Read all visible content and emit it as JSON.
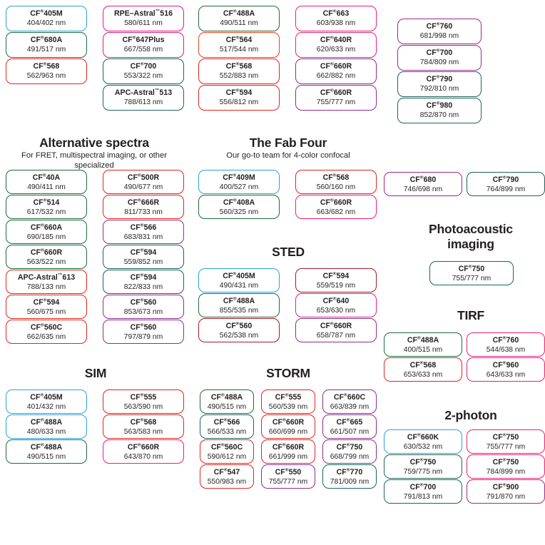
{
  "sections": [
    {
      "id": "top-left",
      "title": "",
      "subtitle": "",
      "columns": 2,
      "chips": [
        {
          "name": "CF",
          "sup": "®",
          "suffix": "405M",
          "spectra": "404/402 nm",
          "color": "#29a3dc"
        },
        {
          "name": "RPE–Astral",
          "sup": "™",
          "suffix": "516",
          "spectra": "580/611 nm",
          "color": "#e6187c"
        },
        {
          "name": "CF",
          "sup": "®",
          "suffix": "680A",
          "spectra": "491/517 nm",
          "color": "#176b4e"
        },
        {
          "name": "CF",
          "sup": "®",
          "suffix": "647Plus",
          "spectra": "667/558 nm",
          "color": "#e6187c"
        },
        {
          "name": "CF",
          "sup": "®",
          "suffix": "568",
          "spectra": "562/963 nm",
          "color": "#e2241b"
        },
        {
          "name": "CF",
          "sup": "®",
          "suffix": "700",
          "spectra": "553/322 nm",
          "color": "#1c6360"
        },
        {
          "name": "",
          "sup": "",
          "suffix": "",
          "spectra": "",
          "color": "",
          "blank": true
        },
        {
          "name": "APC-Astral",
          "sup": "™",
          "suffix": "513",
          "spectra": "788/613 nm",
          "color": "#1c6360"
        }
      ]
    },
    {
      "id": "top-mid",
      "title": "",
      "subtitle": "",
      "columns": 2,
      "chips": [
        {
          "name": "CF",
          "sup": "®",
          "suffix": "488A",
          "spectra": "490/511 nm",
          "color": "#1d6b3c"
        },
        {
          "name": "CF",
          "sup": "®",
          "suffix": "663",
          "spectra": "603/938 nm",
          "color": "#ec1e79"
        },
        {
          "name": "CF",
          "sup": "®",
          "suffix": "564",
          "spectra": "517/544 nm",
          "color": "#e2451b"
        },
        {
          "name": "CF",
          "sup": "®",
          "suffix": "640R",
          "spectra": "620/633 nm",
          "color": "#ec1e79"
        },
        {
          "name": "CF",
          "sup": "®",
          "suffix": "568",
          "spectra": "552/883 nm",
          "color": "#e2241b"
        },
        {
          "name": "CF",
          "sup": "®",
          "suffix": "660R",
          "spectra": "662/882 nm",
          "color": "#8e2d8e"
        },
        {
          "name": "CF",
          "sup": "®",
          "suffix": "594",
          "spectra": "556/812 nm",
          "color": "#e2241b"
        },
        {
          "name": "CF",
          "sup": "®",
          "suffix": "660R",
          "spectra": "755/777 nm",
          "color": "#8e2d8e"
        }
      ]
    },
    {
      "id": "top-right",
      "title": "",
      "subtitle": "",
      "columns": 1,
      "chips": [
        {
          "name": "CF",
          "sup": "®",
          "suffix": "760",
          "spectra": "681/998 nm",
          "color": "#a0288c"
        },
        {
          "name": "CF",
          "sup": "®",
          "suffix": "700",
          "spectra": "784/809 nm",
          "color": "#a0288c"
        },
        {
          "name": "CF",
          "sup": "®",
          "suffix": "790",
          "spectra": "792/810 nm",
          "color": "#1c6360"
        },
        {
          "name": "CF",
          "sup": "®",
          "suffix": "980",
          "spectra": "852/870 nm",
          "color": "#1c6360"
        }
      ]
    },
    {
      "id": "alternative-spectra",
      "title": "Alternative spectra",
      "subtitle": "For FRET, multispectral imaging, or other specialized",
      "columns": 2,
      "chips": [
        {
          "name": "CF",
          "sup": "®",
          "suffix": "40A",
          "spectra": "490/411 nm",
          "color": "#1d6b3c"
        },
        {
          "name": "CF",
          "sup": "®",
          "suffix": "500R",
          "spectra": "490/677 nm",
          "color": "#e2241b"
        },
        {
          "name": "CF",
          "sup": "®",
          "suffix": "514",
          "spectra": "617/532 nm",
          "color": "#1d6b3c"
        },
        {
          "name": "CF",
          "sup": "®",
          "suffix": "666R",
          "spectra": "811/733 nm",
          "color": "#e2241b"
        },
        {
          "name": "CF",
          "sup": "®",
          "suffix": "660A",
          "spectra": "690/185 nm",
          "color": "#1d6b3c"
        },
        {
          "name": "CF",
          "sup": "®",
          "suffix": "566",
          "spectra": "683/831 nm",
          "color": "#8e2d8e"
        },
        {
          "name": "CF",
          "sup": "®",
          "suffix": "660R",
          "spectra": "563/522 nm",
          "color": "#1d6b3c"
        },
        {
          "name": "CF",
          "sup": "®",
          "suffix": "594",
          "spectra": "559/852 nm",
          "color": "#1c6360"
        },
        {
          "name": "APC-Astral",
          "sup": "™",
          "suffix": "613",
          "spectra": "788/133 nm",
          "color": "#e2241b"
        },
        {
          "name": "CF",
          "sup": "®",
          "suffix": "594",
          "spectra": "822/833 nm",
          "color": "#1c6360"
        },
        {
          "name": "CF",
          "sup": "®",
          "suffix": "594",
          "spectra": "560/675 nm",
          "color": "#e2241b"
        },
        {
          "name": "CF",
          "sup": "®",
          "suffix": "560",
          "spectra": "853/673 nm",
          "color": "#8e2d8e"
        },
        {
          "name": "CF",
          "sup": "®",
          "suffix": "560C",
          "spectra": "662/635 nm",
          "color": "#e2241b"
        },
        {
          "name": "CF",
          "sup": "®",
          "suffix": "560",
          "spectra": "797/879 nm",
          "color": "#8e2d8e"
        }
      ]
    },
    {
      "id": "fab-four",
      "title": "The Fab Four",
      "subtitle": "Our go-to team for 4-color confocal",
      "columns": 2,
      "chips": [
        {
          "name": "CF",
          "sup": "®",
          "suffix": "409M",
          "spectra": "400/527 nm",
          "color": "#29a3dc"
        },
        {
          "name": "CF",
          "sup": "®",
          "suffix": "568",
          "spectra": "560/160 nm",
          "color": "#e2241b"
        },
        {
          "name": "CF",
          "sup": "®",
          "suffix": "408A",
          "spectra": "560/325 nm",
          "color": "#1d6b3c"
        },
        {
          "name": "CF",
          "sup": "®",
          "suffix": "660R",
          "spectra": "663/682 nm",
          "color": "#ec1e79"
        }
      ]
    },
    {
      "id": "sted",
      "title": "STED",
      "subtitle": "",
      "columns": 2,
      "chips": [
        {
          "name": "CF",
          "sup": "®",
          "suffix": "405M",
          "spectra": "490/431 nm",
          "color": "#29a3dc"
        },
        {
          "name": "CF",
          "sup": "®",
          "suffix": "594",
          "spectra": "559/519 nm",
          "color": "#a01b28"
        },
        {
          "name": "CF",
          "sup": "®",
          "suffix": "488A",
          "spectra": "855/535 nm",
          "color": "#1d6b3c"
        },
        {
          "name": "CF",
          "sup": "®",
          "suffix": "640",
          "spectra": "653/630 nm",
          "color": "#ec1e79"
        },
        {
          "name": "CF",
          "sup": "®",
          "suffix": "560",
          "spectra": "562/538 nm",
          "color": "#a01b28"
        },
        {
          "name": "CF",
          "sup": "®",
          "suffix": "660R",
          "spectra": "658/787 nm",
          "color": "#8e2d8e"
        }
      ]
    },
    {
      "id": "sim",
      "title": "SIM",
      "subtitle": "",
      "columns": 2,
      "chips": [
        {
          "name": "CF",
          "sup": "®",
          "suffix": "405M",
          "spectra": "401/432 nm",
          "color": "#29a3dc"
        },
        {
          "name": "CF",
          "sup": "®",
          "suffix": "555",
          "spectra": "563/590 nm",
          "color": "#e2241b"
        },
        {
          "name": "CF",
          "sup": "®",
          "suffix": "488A",
          "spectra": "480/633 nm",
          "color": "#29a3dc"
        },
        {
          "name": "CF",
          "sup": "®",
          "suffix": "568",
          "spectra": "563/583 nm",
          "color": "#e2241b"
        },
        {
          "name": "CF",
          "sup": "®",
          "suffix": "488A",
          "spectra": "490/515 nm",
          "color": "#1d6b3c"
        },
        {
          "name": "CF",
          "sup": "®",
          "suffix": "660R",
          "spectra": "643/870 nm",
          "color": "#ec1e79"
        }
      ]
    },
    {
      "id": "storm",
      "title": "STORM",
      "subtitle": "",
      "columns": 3,
      "chips": [
        {
          "name": "CF",
          "sup": "®",
          "suffix": "488A",
          "spectra": "490/515 nm",
          "color": "#1d6b3c"
        },
        {
          "name": "CF",
          "sup": "®",
          "suffix": "555",
          "spectra": "560/539 nm",
          "color": "#e2241b"
        },
        {
          "name": "CF",
          "sup": "®",
          "suffix": "660C",
          "spectra": "663/839 nm",
          "color": "#8e2d8e"
        },
        {
          "name": "CF",
          "sup": "®",
          "suffix": "566",
          "spectra": "566/533 nm",
          "color": "#1c6360"
        },
        {
          "name": "CF",
          "sup": "®",
          "suffix": "660R",
          "spectra": "660/699 nm",
          "color": "#e2241b"
        },
        {
          "name": "CF",
          "sup": "®",
          "suffix": "665",
          "spectra": "661/507 nm",
          "color": "#8e2d8e"
        },
        {
          "name": "CF",
          "sup": "®",
          "suffix": "560C",
          "spectra": "590/612 nm",
          "color": "#e2241b"
        },
        {
          "name": "CF",
          "sup": "®",
          "suffix": "660R",
          "spectra": "661/999 nm",
          "color": "#e2241b"
        },
        {
          "name": "CF",
          "sup": "®",
          "suffix": "750",
          "spectra": "668/799 nm",
          "color": "#8e2d8e"
        },
        {
          "name": "CF",
          "sup": "®",
          "suffix": "547",
          "spectra": "550/983 nm",
          "color": "#e2241b"
        },
        {
          "name": "CF",
          "sup": "®",
          "suffix": "550",
          "spectra": "755/777 nm",
          "color": "#8e2d8e"
        },
        {
          "name": "CF",
          "sup": "®",
          "suffix": "770",
          "spectra": "781/009 nm",
          "color": "#1c6360"
        }
      ]
    },
    {
      "id": "right-pair",
      "title": "",
      "subtitle": "",
      "columns": 2,
      "chips": [
        {
          "name": "CF",
          "sup": "®",
          "suffix": "680",
          "spectra": "746/698 nm",
          "color": "#a0288c"
        },
        {
          "name": "CF",
          "sup": "®",
          "suffix": "790",
          "spectra": "764/899 nm",
          "color": "#1c6360"
        }
      ]
    },
    {
      "id": "photoacoustic",
      "title": "Photoacoustic imaging",
      "subtitle": "",
      "columns": 1,
      "chips": [
        {
          "name": "CF",
          "sup": "®",
          "suffix": "750",
          "spectra": "755/777 nm",
          "color": "#1c6360"
        }
      ]
    },
    {
      "id": "tirf",
      "title": "TIRF",
      "subtitle": "",
      "columns": 2,
      "chips": [
        {
          "name": "CF",
          "sup": "®",
          "suffix": "488A",
          "spectra": "400/515 nm",
          "color": "#1d6b3c"
        },
        {
          "name": "CF",
          "sup": "®",
          "suffix": "760",
          "spectra": "544/638 nm",
          "color": "#ec1e79"
        },
        {
          "name": "CF",
          "sup": "®",
          "suffix": "568",
          "spectra": "653/633 nm",
          "color": "#e2241b"
        },
        {
          "name": "CF",
          "sup": "®",
          "suffix": "960",
          "spectra": "643/633 nm",
          "color": "#ec1e79"
        }
      ]
    },
    {
      "id": "two-photon",
      "title": "2-photon",
      "subtitle": "",
      "columns": 2,
      "chips": [
        {
          "name": "CF",
          "sup": "®",
          "suffix": "660K",
          "spectra": "630/532 nm",
          "color": "#29a3dc"
        },
        {
          "name": "CF",
          "sup": "®",
          "suffix": "750",
          "spectra": "755/777 nm",
          "color": "#ec1e79"
        },
        {
          "name": "CF",
          "sup": "®",
          "suffix": "750",
          "spectra": "759/775 nm",
          "color": "#1c6360"
        },
        {
          "name": "CF",
          "sup": "®",
          "suffix": "750",
          "spectra": "784/899 nm",
          "color": "#ec1e79"
        },
        {
          "name": "CF",
          "sup": "®",
          "suffix": "700",
          "spectra": "791/813 nm",
          "color": "#1c6360"
        },
        {
          "name": "CF",
          "sup": "®",
          "suffix": "900",
          "spectra": "791/870 nm",
          "color": "#a0288c"
        }
      ]
    }
  ],
  "headings": {
    "alternative_spectra": "Alternative spectra",
    "alternative_spectra_sub": "For FRET, multispectral imaging, or other specialized",
    "fab_four": "The Fab Four",
    "fab_four_sub": "Our go-to team for 4-color confocal",
    "sted": "STED",
    "sim": "SIM",
    "storm": "STORM",
    "photoacoustic_line1": "Photoacoustic",
    "photoacoustic_line2": "imaging",
    "tirf": "TIRF",
    "two_photon": "2-photon"
  }
}
